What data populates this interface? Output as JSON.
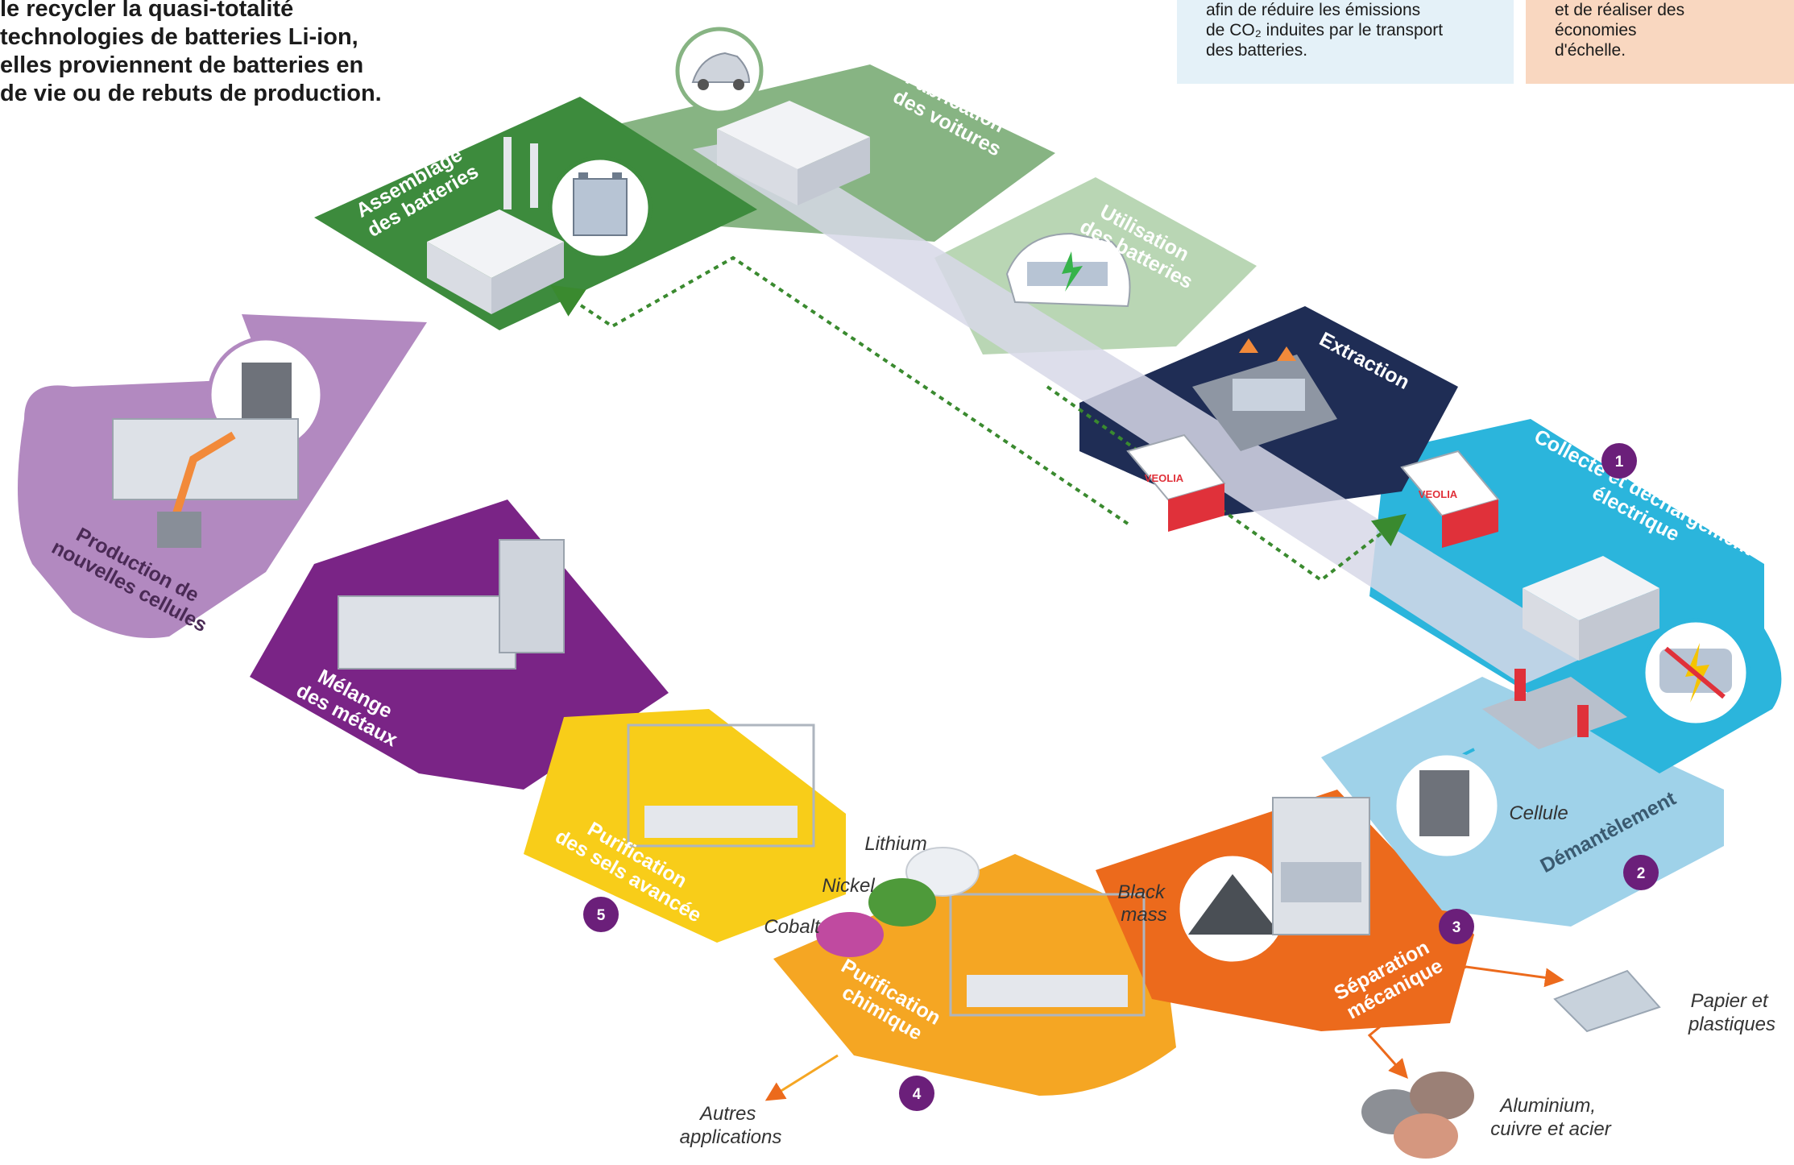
{
  "intro": {
    "lines": [
      "le recycler la quasi-totalité",
      "technologies de batteries Li-ion,",
      "elles proviennent de batteries en",
      "de vie ou de rebuts de production."
    ]
  },
  "info_box_blue": {
    "lines": [
      "afin de réduire les émissions",
      "de CO₂ induites par le transport",
      "des batteries."
    ]
  },
  "info_box_peach": {
    "lines": [
      "et de réaliser des économies",
      "d'échelle."
    ]
  },
  "stages": {
    "assembly": [
      "Assemblage",
      "des batteries"
    ],
    "car_manufacturing": [
      "Fabrication",
      "des voitures"
    ],
    "battery_use": [
      "Utilisation",
      "des batteries"
    ],
    "extraction": [
      "Extraction"
    ],
    "collection": [
      "Collecte et déchargement",
      "électrique"
    ],
    "dismantling": [
      "Démantèlement"
    ],
    "mechanical_separation": [
      "Séparation",
      "mécanique"
    ],
    "chemical_purification": [
      "Purification",
      "chimique"
    ],
    "advanced_salt_purification": [
      "Purification",
      "des sels avancée"
    ],
    "metal_mixing": [
      "Mélange",
      "des métaux"
    ],
    "new_cells": [
      "Production de",
      "nouvelles cellules"
    ]
  },
  "step_numbers": {
    "collection": "1",
    "dismantling": "2",
    "mechanical_separation": "3",
    "chemical_purification": "4",
    "advanced_salt_purification": "5"
  },
  "outputs": {
    "cellule": "Cellule",
    "black_mass": [
      "Black",
      "mass"
    ],
    "lithium": "Lithium",
    "nickel": "Nickel",
    "cobalt": "Cobalt",
    "paper_plastics": [
      "Papier et",
      "plastiques"
    ],
    "metals": [
      "Aluminium,",
      "cuivre et acier"
    ],
    "other_applications": [
      "Autres",
      "applications"
    ]
  },
  "logos": {
    "truck_brand": "VEOLIA"
  },
  "colors": {
    "assembly": "#3d8b3d",
    "car_manufacturing": "#87b483",
    "battery_use": "#b9d6b4",
    "extraction": "#1f2d55",
    "collection": "#2bb5dc",
    "dismantling": "#9fd2e9",
    "mechanical_separation": "#ec6a1c",
    "chemical_purification": "#f5a623",
    "advanced_salt_purification": "#f8cd19",
    "metal_mixing": "#7a2486",
    "new_cells": "#b289c0",
    "badge": "#6b1f7a",
    "dotted_flow": "#3a8a2f",
    "arrow_orange": "#ec6a1c"
  }
}
